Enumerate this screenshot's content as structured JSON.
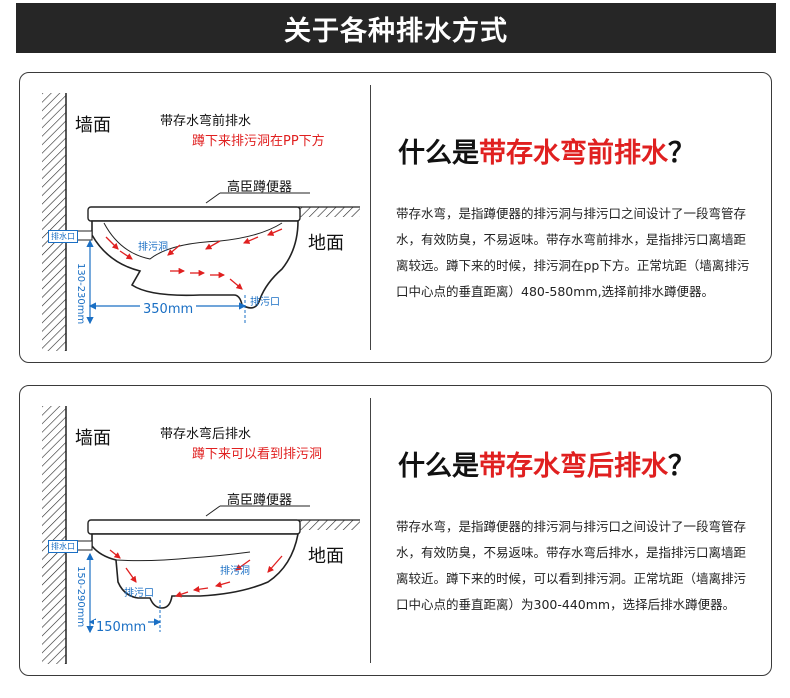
{
  "banner": {
    "title": "关于各种排水方式"
  },
  "sections": [
    {
      "diagram": {
        "wall_label": "墙面",
        "type_label": "带存水弯前排水",
        "red_label": "蹲下来排污洞在PP下方",
        "product_label": "高臣蹲便器",
        "ground_label": "地面",
        "inlet_label": "排水口",
        "hole_label": "排污洞",
        "outlet_label": "排污口",
        "vertical_dim": "130-230mm",
        "horizontal_dim": "350mm"
      },
      "question": {
        "prefix": "什么是",
        "highlight": "带存水弯前排水",
        "suffix": "？"
      },
      "description": "带存水弯，是指蹲便器的排污洞与排污口之间设计了一段弯管存水，有效防臭，不易返味。带存水弯前排水，是指排污口离墙距离较远。蹲下来的时候，排污洞在pp下方。正常坑距（墙离排污口中心点的垂直距离）480-580mm,选择前排水蹲便器。"
    },
    {
      "diagram": {
        "wall_label": "墙面",
        "type_label": "带存水弯后排水",
        "red_label": "蹲下来可以看到排污洞",
        "product_label": "高臣蹲便器",
        "ground_label": "地面",
        "inlet_label": "排水口",
        "hole_label": "排污洞",
        "outlet_label": "排污口",
        "vertical_dim": "150-290mm",
        "horizontal_dim": "150mm"
      },
      "question": {
        "prefix": "什么是",
        "highlight": "带存水弯后排水",
        "suffix": "？"
      },
      "description": "带存水弯，是指蹲便器的排污洞与排污口之间设计了一段弯管存水，有效防臭，不易返味。带存水弯后排水，是指排污口离墙距离较近。蹲下来的时候，可以看到排污洞。正常坑距（墙离排污口中心点的垂直距离）为300-440mm，选择后排水蹲便器。"
    }
  ],
  "colors": {
    "accent_red": "#e02020",
    "dim_blue": "#1a6fc4",
    "banner_bg": "#262626"
  }
}
